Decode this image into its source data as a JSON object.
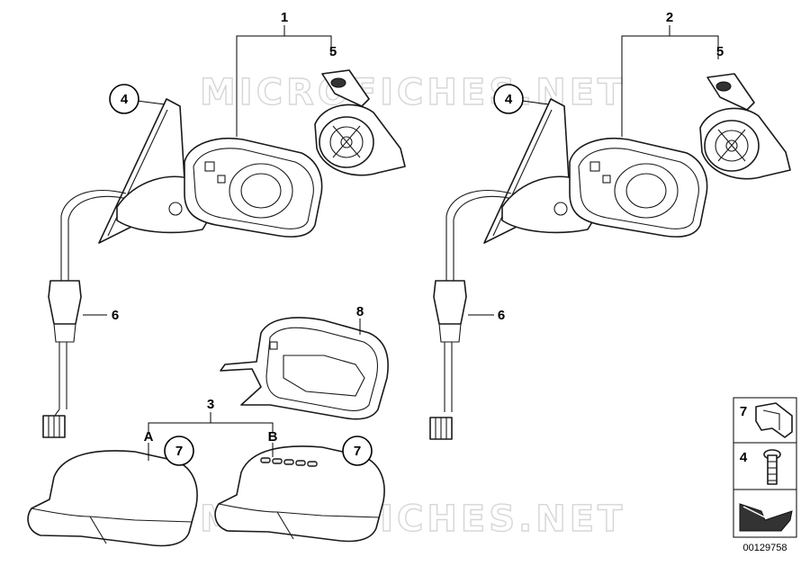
{
  "watermark": {
    "top": "MICROFICHES.NET",
    "bottom": "MICROFICHES.NET"
  },
  "callouts": {
    "c1": "1",
    "c2": "2",
    "c3": "3",
    "c4_left": "4",
    "c4_right": "4",
    "c5_left": "5",
    "c5_right": "5",
    "c6_left": "6",
    "c6_right": "6",
    "c7_a": "7",
    "c7_b": "7",
    "c8": "8",
    "variant_a": "A",
    "variant_b": "B"
  },
  "legend": {
    "row1": "7",
    "row2": "4"
  },
  "document_number": "00129758"
}
